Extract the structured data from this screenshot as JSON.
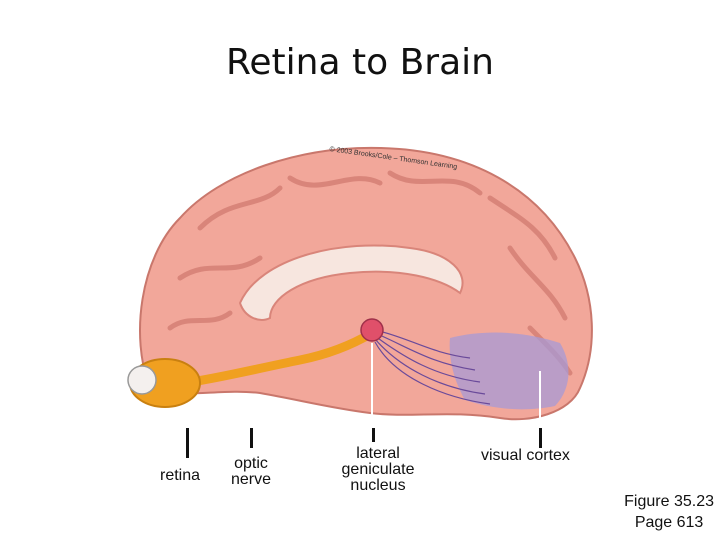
{
  "title": "Retina to Brain",
  "copyright": "© 2003 Brooks/Cole – Thomson Learning",
  "labels": {
    "retina": "retina",
    "optic": "optic",
    "nerve": "nerve",
    "lgn_1": "lateral",
    "lgn_2": "geniculate",
    "lgn_3": "nucleus",
    "visual_cortex": "visual cortex"
  },
  "caption": {
    "figure": "Figure 35.23",
    "page": "Page 613"
  },
  "colors": {
    "brain_fill": "#f2a79a",
    "brain_dark": "#d9857a",
    "nerve": "#f0a020",
    "cortex": "#a79ad6",
    "nucleus": "#e0506a"
  }
}
